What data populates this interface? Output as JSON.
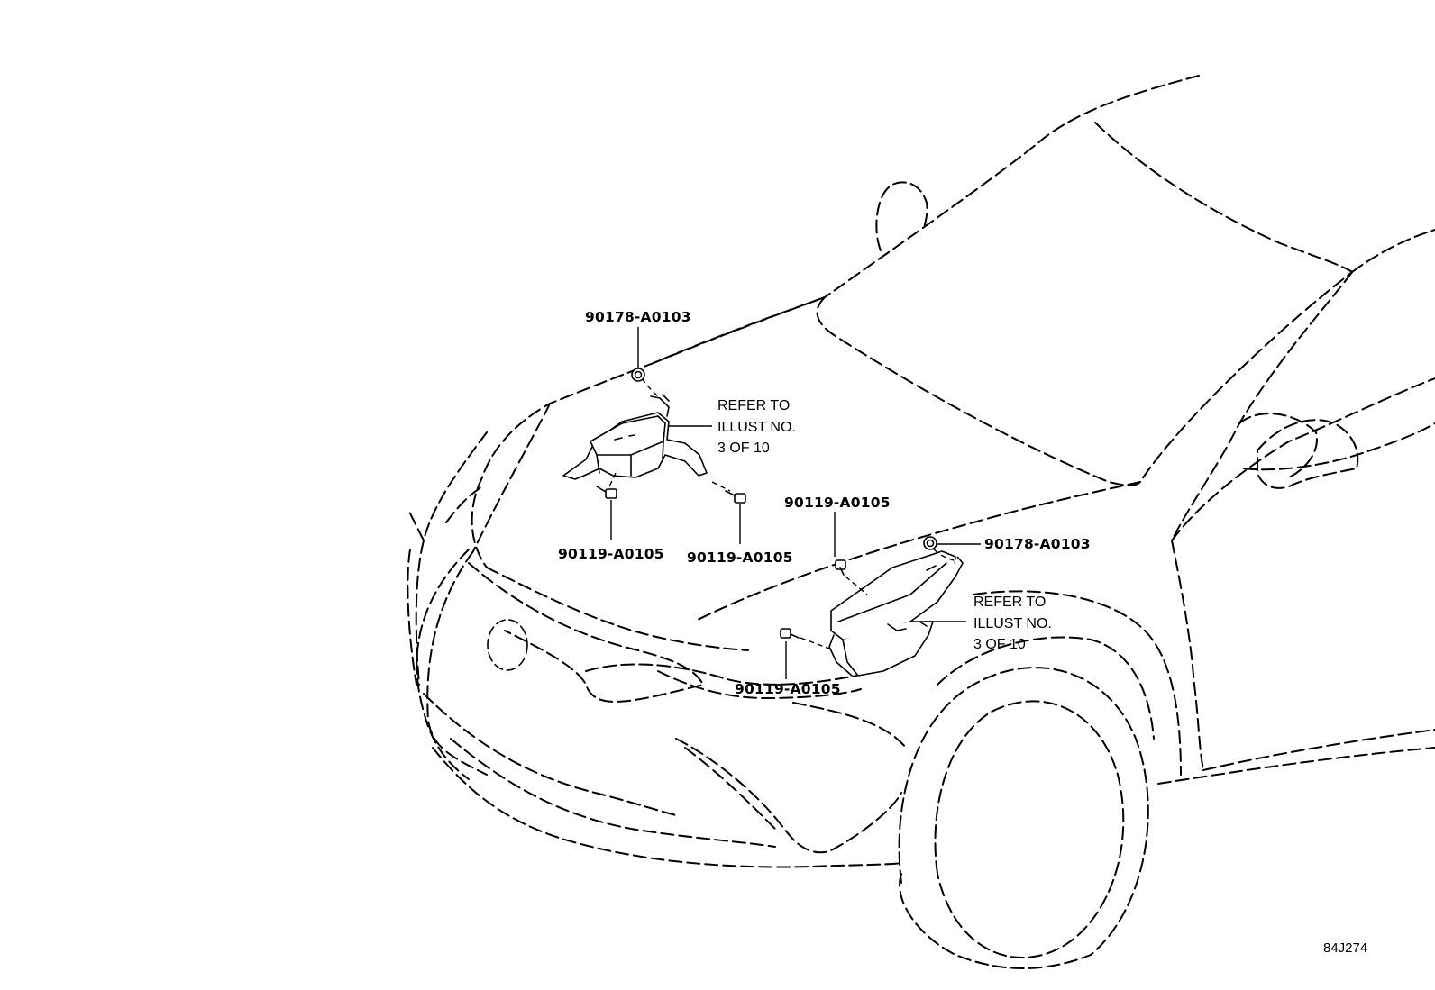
{
  "diagram": {
    "callouts": {
      "upper_nut": "90178-A0103",
      "upper_left_bolt": "90119-A0105",
      "upper_right_bolt": "90119-A0105",
      "lower_top_bolt": "90119-A0105",
      "lower_nut": "90178-A0103",
      "lower_bottom_bolt": "90119-A0105"
    },
    "notes": {
      "upper": [
        "REFER TO",
        "ILLUST NO.",
        "3 OF 10"
      ],
      "lower": [
        "REFER TO",
        "ILLUST NO.",
        "3 OF 10"
      ]
    },
    "illustration_code": "84J274"
  }
}
